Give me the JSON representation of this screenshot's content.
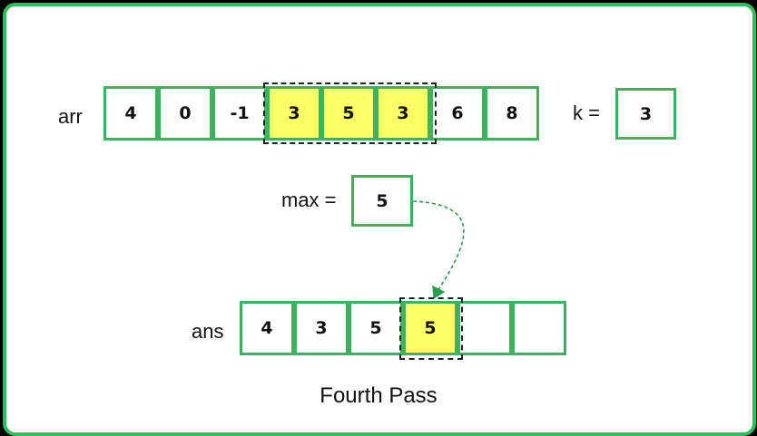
{
  "arr": {
    "label": "arr",
    "values": [
      "4",
      "0",
      "-1",
      "3",
      "5",
      "3",
      "6",
      "8"
    ]
  },
  "k": {
    "label": "k =",
    "value": "3"
  },
  "max": {
    "label": "max =",
    "value": "5"
  },
  "ans": {
    "label": "ans",
    "values": [
      "4",
      "3",
      "5",
      "5",
      "",
      ""
    ]
  },
  "caption": "Fourth Pass",
  "colors": {
    "border": "#2dbf5a",
    "cell_border": "#3cb35c",
    "highlight": "#ffff66",
    "arrow": "#2a9d4a"
  }
}
